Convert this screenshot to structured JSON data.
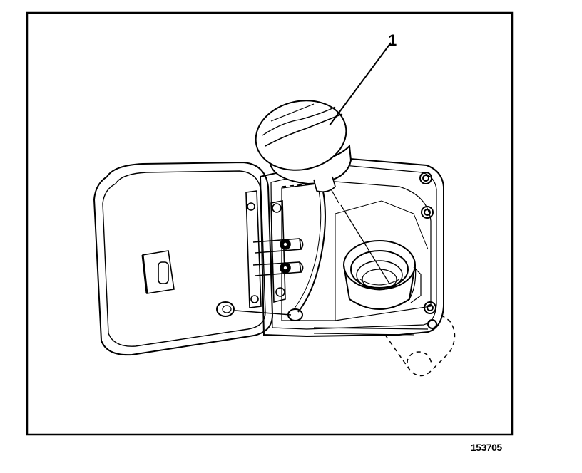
{
  "callouts": [
    {
      "label": "1",
      "part": "fuel filler cap"
    }
  ],
  "figure_ref": "153705",
  "colors": {
    "line": "#000000",
    "background": "#ffffff"
  }
}
